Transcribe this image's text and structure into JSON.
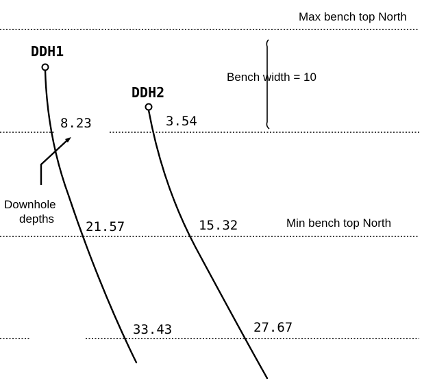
{
  "labels": {
    "max_bench": "Max bench top North",
    "min_bench": "Min bench top North",
    "bench_width": "Bench width = 10",
    "downhole_line1": "Downhole",
    "downhole_line2": "depths"
  },
  "holes": [
    {
      "id": "DDH1",
      "depths": [
        "8.23",
        "21.57",
        "33.43"
      ]
    },
    {
      "id": "DDH2",
      "depths": [
        "3.54",
        "15.32",
        "27.67"
      ]
    }
  ],
  "colors": {
    "line": "#000000",
    "background": "#ffffff"
  }
}
